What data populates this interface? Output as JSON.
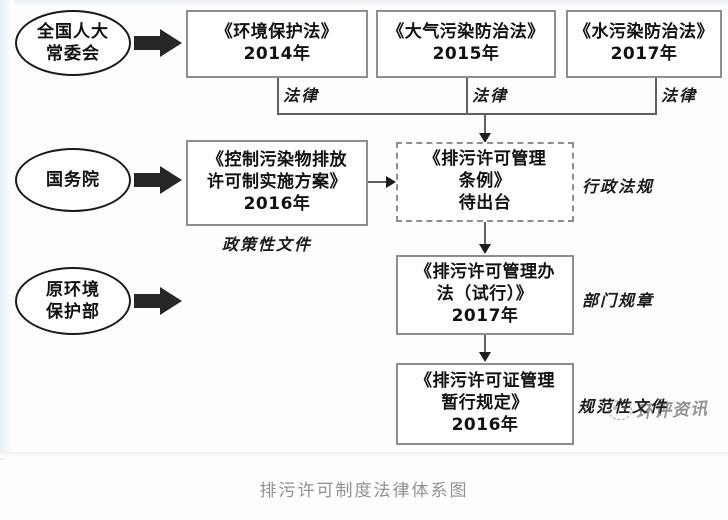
{
  "diagram": {
    "caption": "排污许可制度法律体系图",
    "watermark": "环评资讯",
    "actors": [
      {
        "id": "npc",
        "lines": [
          "全国人大",
          "常委会"
        ]
      },
      {
        "id": "state-council",
        "lines": [
          "国务院"
        ]
      },
      {
        "id": "mep",
        "lines": [
          "原环境",
          "保护部"
        ]
      }
    ],
    "laws": [
      {
        "id": "env-protection-law",
        "title": "《环境保护法》",
        "year": "2014年",
        "category": "法律"
      },
      {
        "id": "air-pollution-law",
        "title": "《大气污染防治法》",
        "year": "2015年",
        "category": "法律"
      },
      {
        "id": "water-pollution-law",
        "title": "《水污染防治法》",
        "year": "2017年",
        "category": "法律"
      }
    ],
    "policy": {
      "id": "permit-implementation-plan",
      "line1": "《控制污染物排放",
      "line2": "许可制实施方案》",
      "year": "2016年",
      "category": "政策性文件"
    },
    "regulation": {
      "id": "permit-management-regulation",
      "line1": "《排污许可管理",
      "line2": "条例》",
      "line3": "待出台",
      "status": "待出台",
      "category": "行政法规",
      "pending": true
    },
    "ministerial_rule": {
      "id": "permit-management-measures",
      "line1": "《排污许可管理办",
      "line2": "法（试行）》",
      "year": "2017年",
      "category": "部门规章"
    },
    "normative_doc": {
      "id": "permit-interim-provisions",
      "line1": "《排污许可证管理",
      "line2": "暂行规定》",
      "year": "2016年",
      "category": "规范性文件"
    },
    "colors": {
      "box_border": "#8a8f94",
      "ellipse_border": "#1a1a1a",
      "arrow_fill": "#262626",
      "line": "#5c6166",
      "caption_text": "#8d9299",
      "background": "#ffffff"
    }
  }
}
